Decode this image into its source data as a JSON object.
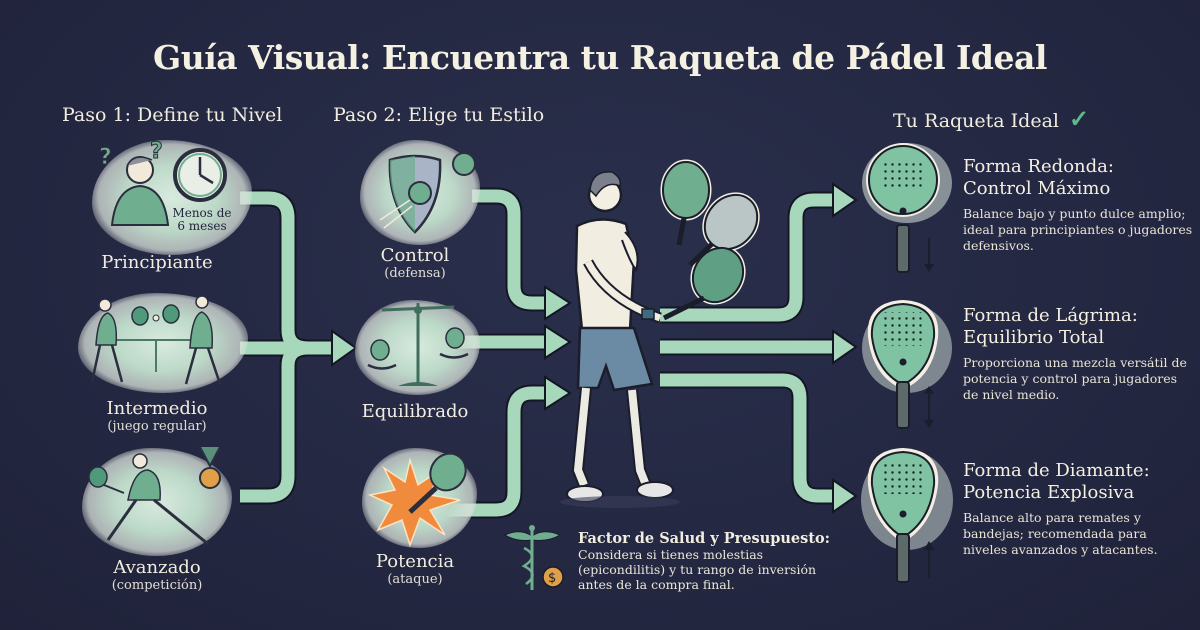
{
  "title": "Guía Visual: Encuentra tu Raqueta de Pádel Ideal",
  "colors": {
    "background": "#242842",
    "arrow": "#a8d8bc",
    "accent_green": "#5fb98a",
    "paddle_green": "#7fc3a2",
    "text": "#f3efe2",
    "coin": "#e0a048",
    "explosion": "#f08a3c"
  },
  "step1": {
    "heading": "Paso 1: Define tu Nivel",
    "levels": [
      {
        "label": "Principiante",
        "sub": "",
        "badge": "Menos de 6 meses",
        "badge_line1": "Menos de",
        "badge_line2": "6 meses",
        "icon": "thinking-player-icon",
        "extra_icon": "clock-icon"
      },
      {
        "label": "Intermedio",
        "sub": "(juego regular)",
        "icon": "players-rally-icon"
      },
      {
        "label": "Avanzado",
        "sub": "(competición)",
        "icon": "lunging-player-icon",
        "extra_icon": "medal-icon"
      }
    ]
  },
  "step2": {
    "heading": "Paso 2: Elige tu Estilo",
    "styles": [
      {
        "label": "Control",
        "sub": "(defensa)",
        "icon": "shield-ball-icon"
      },
      {
        "label": "Equilibrado",
        "sub": "",
        "icon": "balance-scale-icon"
      },
      {
        "label": "Potencia",
        "sub": "(ataque)",
        "icon": "paddle-explosion-icon"
      }
    ]
  },
  "center": {
    "icon": "player-choosing-racket-icon"
  },
  "result": {
    "heading": "Tu Raqueta Ideal",
    "heading_icon": "check-icon",
    "shapes": [
      {
        "title_line1": "Forma Redonda:",
        "title_line2": "Control Máximo",
        "desc": "Balance bajo y punto dulce amplio; ideal para principiantes o jugadores defensivos.",
        "balance": "down"
      },
      {
        "title_line1": "Forma de Lágrima:",
        "title_line2": "Equilibrio Total",
        "desc": "Proporciona una mezcla versátil de potencia y control para jugadores de nivel medio.",
        "balance": "both"
      },
      {
        "title_line1": "Forma de Diamante:",
        "title_line2": "Potencia Explosiva",
        "desc": "Balance alto para remates y bandejas; recomendada para niveles avanzados y atacantes.",
        "balance": "up"
      }
    ]
  },
  "note": {
    "title": "Factor de Salud y Presupuesto:",
    "body": "Considera si tienes molestias (epicondilitis) y tu rango de inversión antes de la compra final.",
    "icons": [
      "caduceus-icon",
      "dollar-coin-icon"
    ]
  }
}
